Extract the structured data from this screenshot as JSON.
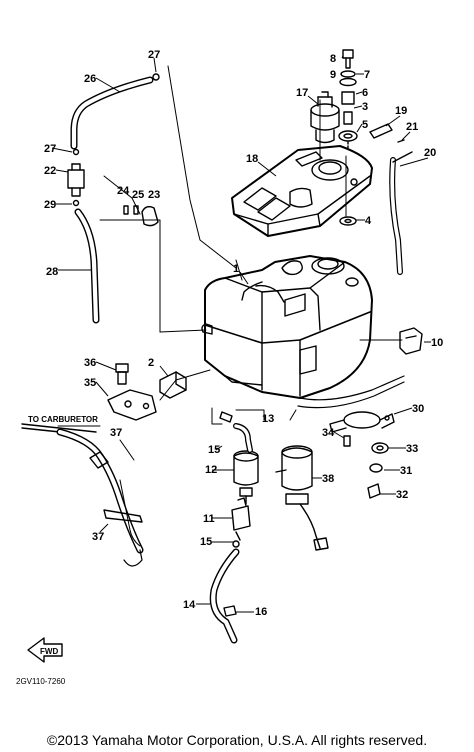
{
  "parts": [
    {
      "n": "1"
    },
    {
      "n": "2"
    },
    {
      "n": "3"
    },
    {
      "n": "4"
    },
    {
      "n": "5"
    },
    {
      "n": "6"
    },
    {
      "n": "7"
    },
    {
      "n": "8"
    },
    {
      "n": "9"
    },
    {
      "n": "10"
    },
    {
      "n": "11"
    },
    {
      "n": "12"
    },
    {
      "n": "13"
    },
    {
      "n": "14"
    },
    {
      "n": "15"
    },
    {
      "n": "15"
    },
    {
      "n": "16"
    },
    {
      "n": "17"
    },
    {
      "n": "18"
    },
    {
      "n": "19"
    },
    {
      "n": "20"
    },
    {
      "n": "21"
    },
    {
      "n": "22"
    },
    {
      "n": "23"
    },
    {
      "n": "24"
    },
    {
      "n": "25"
    },
    {
      "n": "26"
    },
    {
      "n": "27"
    },
    {
      "n": "27"
    },
    {
      "n": "28"
    },
    {
      "n": "29"
    },
    {
      "n": "30"
    },
    {
      "n": "31"
    },
    {
      "n": "32"
    },
    {
      "n": "33"
    },
    {
      "n": "34"
    },
    {
      "n": "35"
    },
    {
      "n": "36"
    },
    {
      "n": "37"
    },
    {
      "n": "37"
    },
    {
      "n": "38"
    }
  ],
  "to_carburetor": "TO CARBURETOR",
  "fwd": "FWD",
  "diagram_code": "2GV110-7260",
  "copyright": "©2013 Yamaha Motor Corporation, U.S.A. All rights reserved."
}
